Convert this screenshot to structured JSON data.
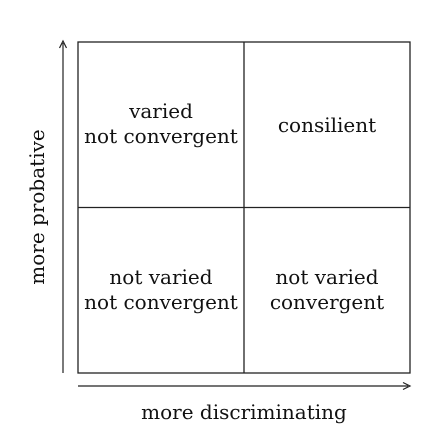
{
  "quadrants": {
    "top_left": {
      "line1": "varied",
      "line2": "not convergent"
    },
    "top_right": {
      "line1": "consilient"
    },
    "bottom_left": {
      "line1": "not varied",
      "line2": "not convergent"
    },
    "bottom_right": {
      "line1": "not varied",
      "line2": "convergent"
    }
  },
  "axes": {
    "x_label": "more discriminating",
    "y_label": "more probative"
  }
}
